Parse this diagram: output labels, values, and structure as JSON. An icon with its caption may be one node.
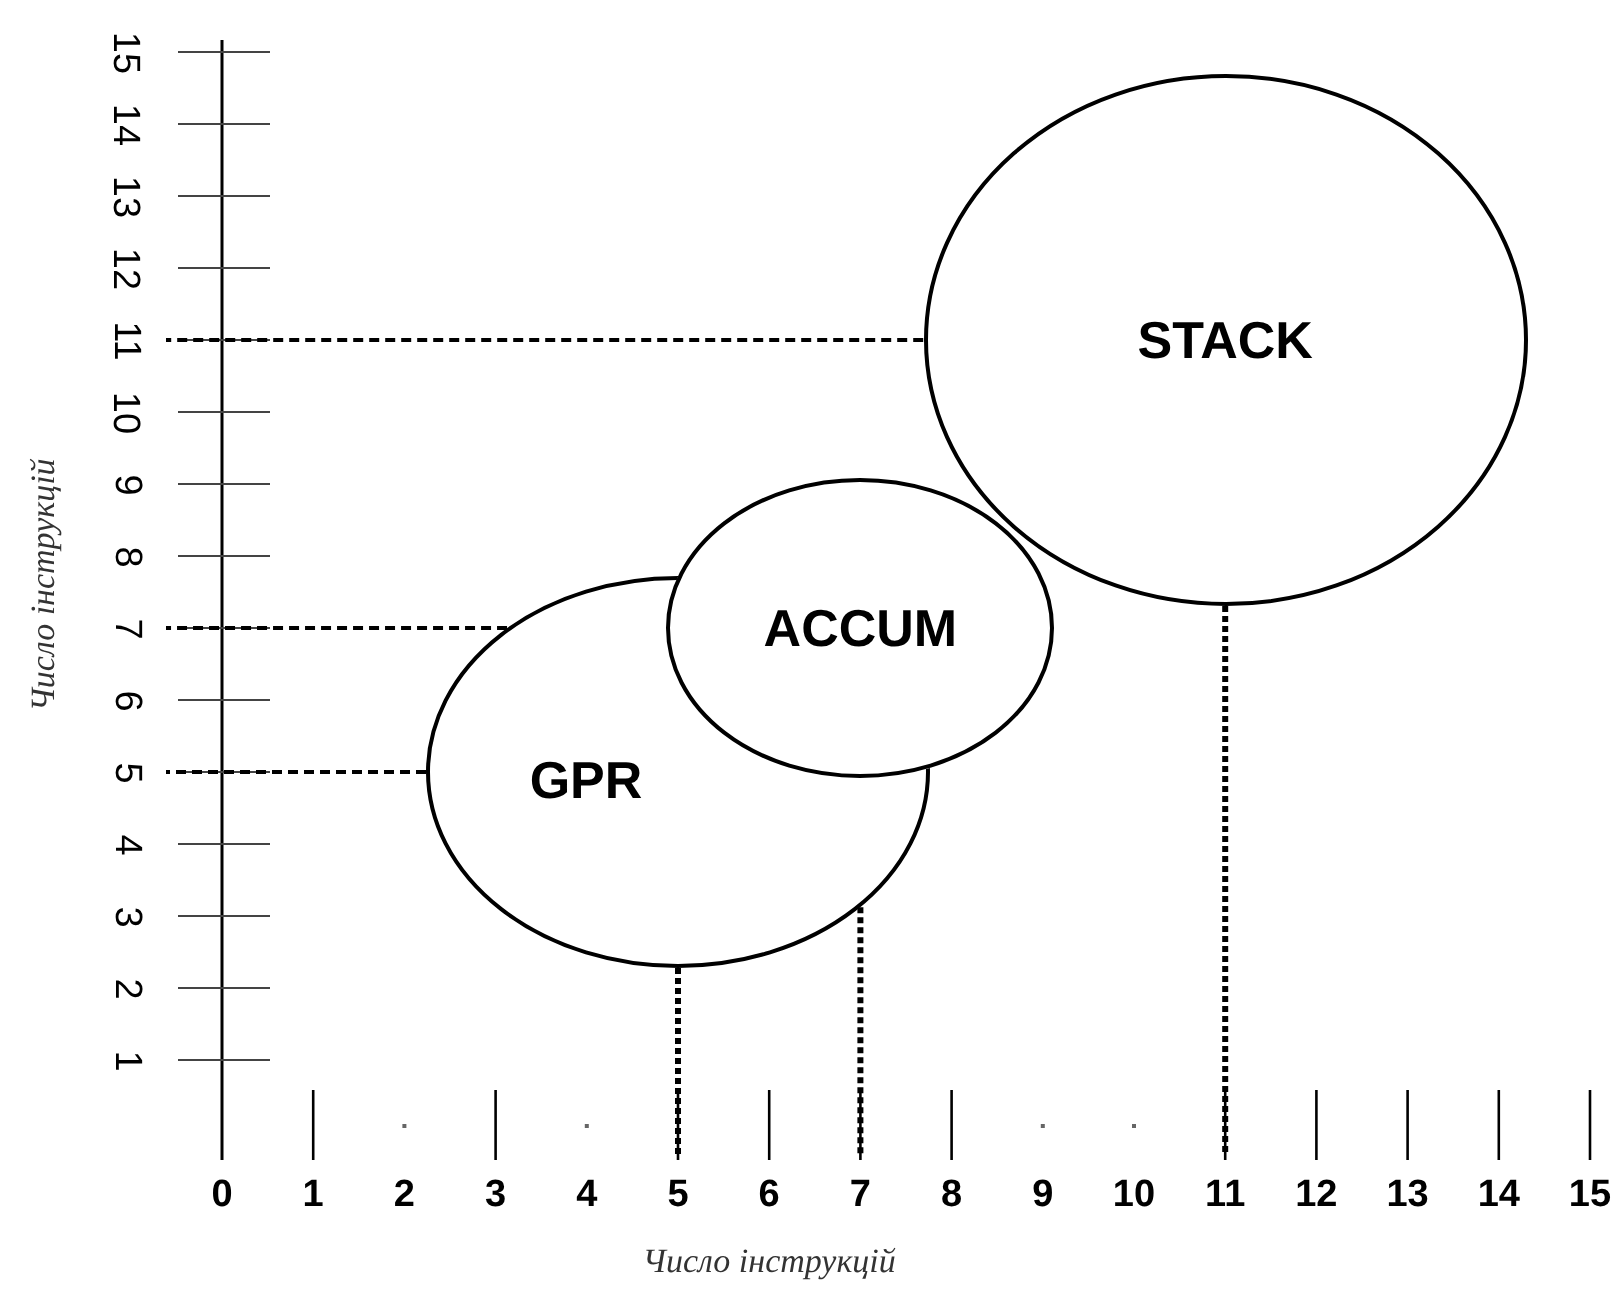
{
  "diagram": {
    "nodes": [
      {
        "text": [
          "STACK"
        ]
      },
      {
        "text": [
          "GPR"
        ]
      },
      {
        "text": [
          "ACCUM"
        ]
      },
      {
        "text": [
          "11"
        ]
      },
      {
        "text": [
          "7"
        ]
      },
      {
        "text": [
          "5"
        ]
      },
      {
        "text": [
          "5"
        ]
      },
      {
        "text": [
          "7"
        ]
      },
      {
        "text": [
          "11"
        ]
      }
    ],
    "edges": [
      {
        "from": 0,
        "to": 3,
        "arrow": "none",
        "style": "dashed"
      },
      {
        "from": 0,
        "to": 8,
        "arrow": "none",
        "style": "dashed"
      },
      {
        "from": 1,
        "to": 4,
        "arrow": "none",
        "style": "dashed"
      },
      {
        "from": 1,
        "to": 7,
        "arrow": "none",
        "style": "dashed"
      },
      {
        "from": 1,
        "to": 5,
        "arrow": "none",
        "style": "dashed"
      },
      {
        "from": 1,
        "to": 6,
        "arrow": "none",
        "style": "dashed"
      }
    ],
    "labels": [
      "15",
      "14",
      "13",
      "12",
      "10",
      "9",
      "8",
      "6",
      "4",
      "3",
      "2",
      "1",
      "Число інструкцій",
      "0",
      "1",
      "2",
      "3",
      "4",
      "6",
      "8",
      "9",
      "10",
      "12",
      "13",
      "14",
      "15",
      "Число інструкцій"
    ]
  }
}
